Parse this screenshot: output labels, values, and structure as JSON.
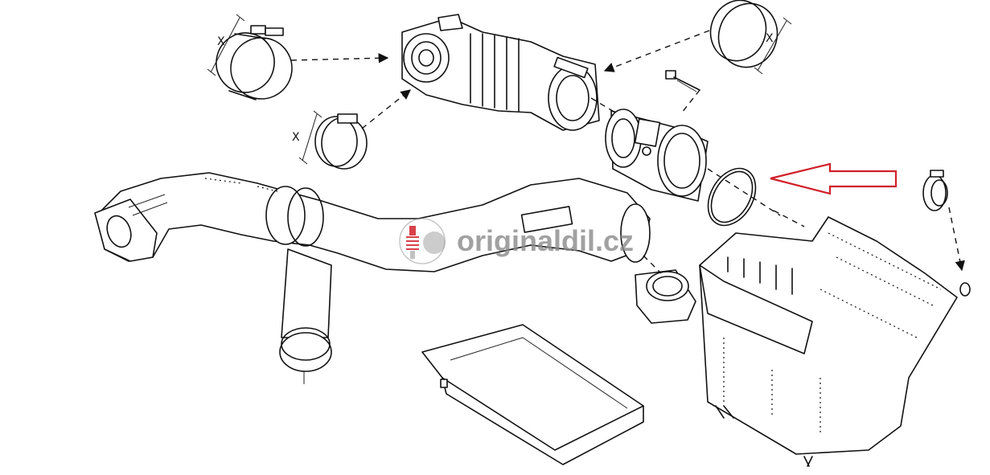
{
  "diagram": {
    "dimension_marks": [
      "X",
      "X",
      "X"
    ],
    "watermark": {
      "text": "originaldil.cz",
      "icon": "shock-absorber-logo-icon"
    },
    "highlight": {
      "color": "#d0202a"
    }
  }
}
